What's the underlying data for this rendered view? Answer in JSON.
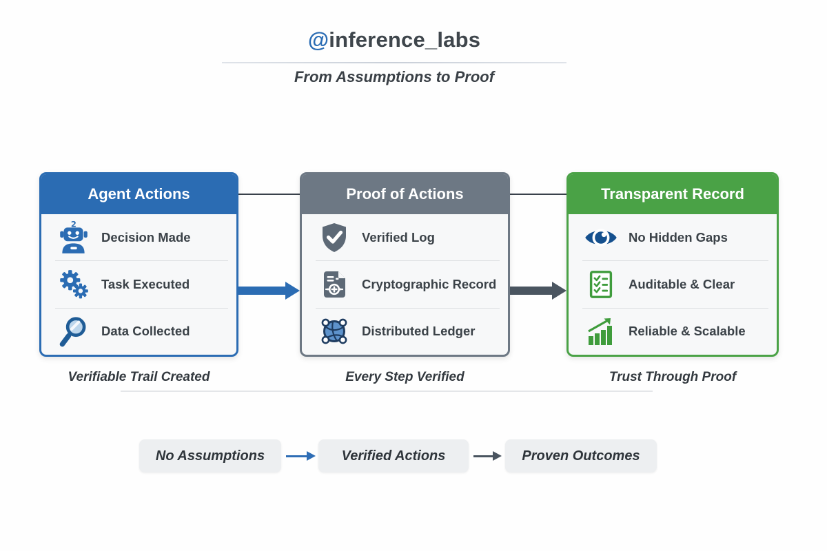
{
  "header": {
    "handle_at": "@",
    "handle_name": "inference_labs",
    "subtitle": "From Assumptions to Proof"
  },
  "colors": {
    "blue": "#2b6cb3",
    "gray": "#6d7884",
    "green": "#4aa246",
    "slate_icon": "#5d6976",
    "dark_arrow": "#4a5560",
    "text_dark": "#3b4248"
  },
  "cards": [
    {
      "title": "Agent Actions",
      "caption": "Verifiable Trail Created",
      "items": [
        {
          "icon": "robot-icon",
          "label": "Decision Made"
        },
        {
          "icon": "gears-icon",
          "label": "Task Executed"
        },
        {
          "icon": "magnifier-icon",
          "label": "Data Collected"
        }
      ]
    },
    {
      "title": "Proof of Actions",
      "caption": "Every Step Verified",
      "items": [
        {
          "icon": "shield-check-icon",
          "label": "Verified Log"
        },
        {
          "icon": "document-add-icon",
          "label": "Cryptographic Record"
        },
        {
          "icon": "network-globe-icon",
          "label": "Distributed Ledger"
        }
      ]
    },
    {
      "title": "Transparent Record",
      "caption": "Trust Through Proof",
      "items": [
        {
          "icon": "eye-icon",
          "label": "No Hidden Gaps"
        },
        {
          "icon": "checklist-icon",
          "label": "Auditable & Clear"
        },
        {
          "icon": "growth-chart-icon",
          "label": "Reliable & Scalable"
        }
      ]
    }
  ],
  "flow_steps": [
    {
      "label": "No Assumptions"
    },
    {
      "label": "Verified Actions"
    },
    {
      "label": "Proven Outcomes"
    }
  ]
}
